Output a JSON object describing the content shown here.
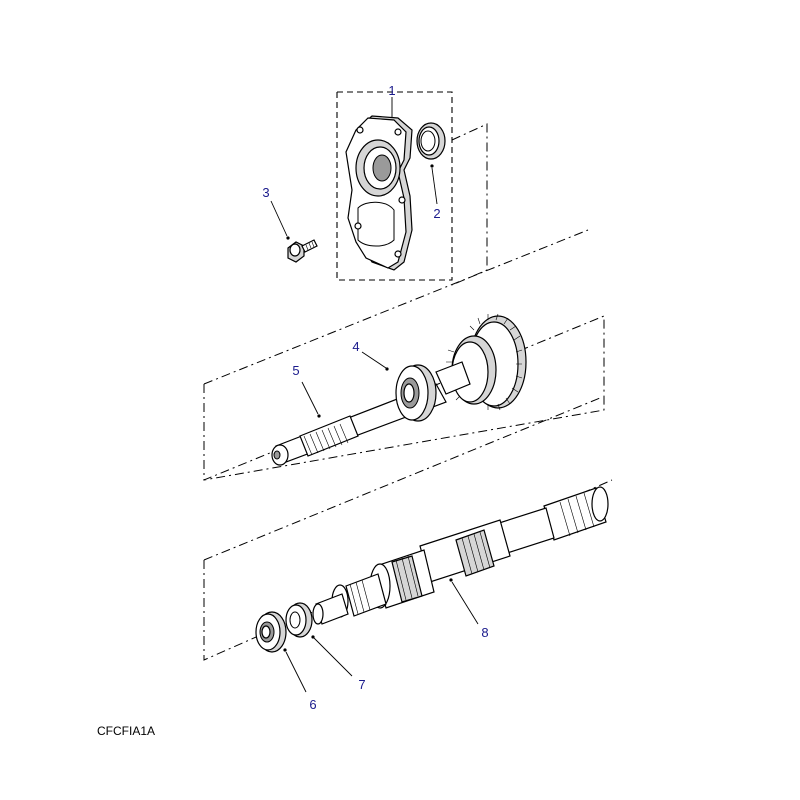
{
  "diagram": {
    "reference_code": "CFCFIA1A",
    "callout_color": "#1a1a8c",
    "callouts": [
      {
        "id": "1",
        "label": "1"
      },
      {
        "id": "2",
        "label": "2"
      },
      {
        "id": "3",
        "label": "3"
      },
      {
        "id": "4",
        "label": "4"
      },
      {
        "id": "5",
        "label": "5"
      },
      {
        "id": "6",
        "label": "6"
      },
      {
        "id": "7",
        "label": "7"
      },
      {
        "id": "8",
        "label": "8"
      }
    ]
  }
}
